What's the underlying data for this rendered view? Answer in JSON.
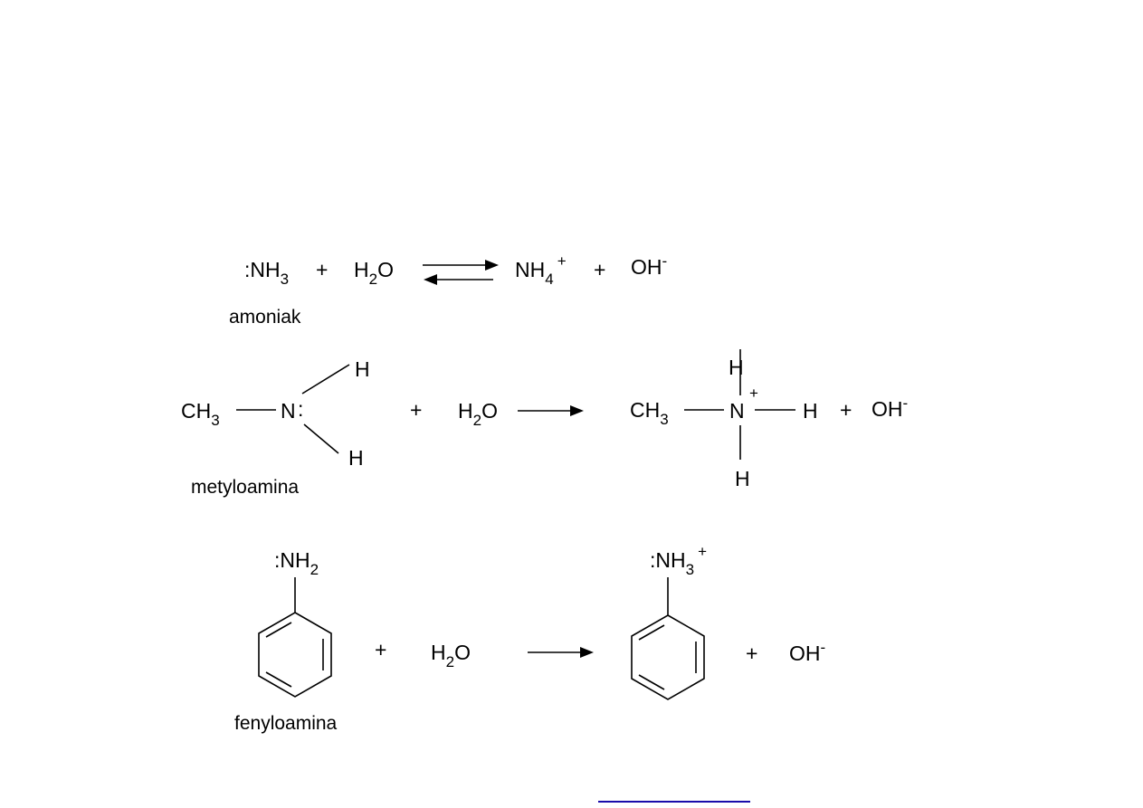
{
  "reactions": [
    {
      "name": "amoniak",
      "reactant": {
        "prefix": ":NH",
        "sub": "3"
      },
      "water": {
        "h": "H",
        "sub": "2",
        "o": "O"
      },
      "plus": "+",
      "product": {
        "main": "NH",
        "sub": "4",
        "sup": "+"
      },
      "hydroxide": {
        "main": "OH",
        "sup": "-"
      }
    },
    {
      "name": "metyloamina",
      "methyl": {
        "main": "CH",
        "sub": "3"
      },
      "nitrogen": "N",
      "lone_pair": ":",
      "h_atom": "H",
      "water": {
        "h": "H",
        "sub": "2",
        "o": "O"
      },
      "plus": "+",
      "product_charge": "+",
      "hydroxide": {
        "main": "OH",
        "sup": "-"
      }
    },
    {
      "name": "fenyloamina",
      "reactant_group": {
        "prefix": ":NH",
        "sub": "2"
      },
      "water": {
        "h": "H",
        "sub": "2",
        "o": "O"
      },
      "plus": "+",
      "product_group": {
        "prefix": ":NH",
        "sub": "3",
        "sup": "+"
      },
      "hydroxide": {
        "main": "OH",
        "sup": "-"
      }
    }
  ],
  "colors": {
    "ink": "#000000",
    "link_underline": "#1a0dab",
    "background": "#ffffff"
  }
}
